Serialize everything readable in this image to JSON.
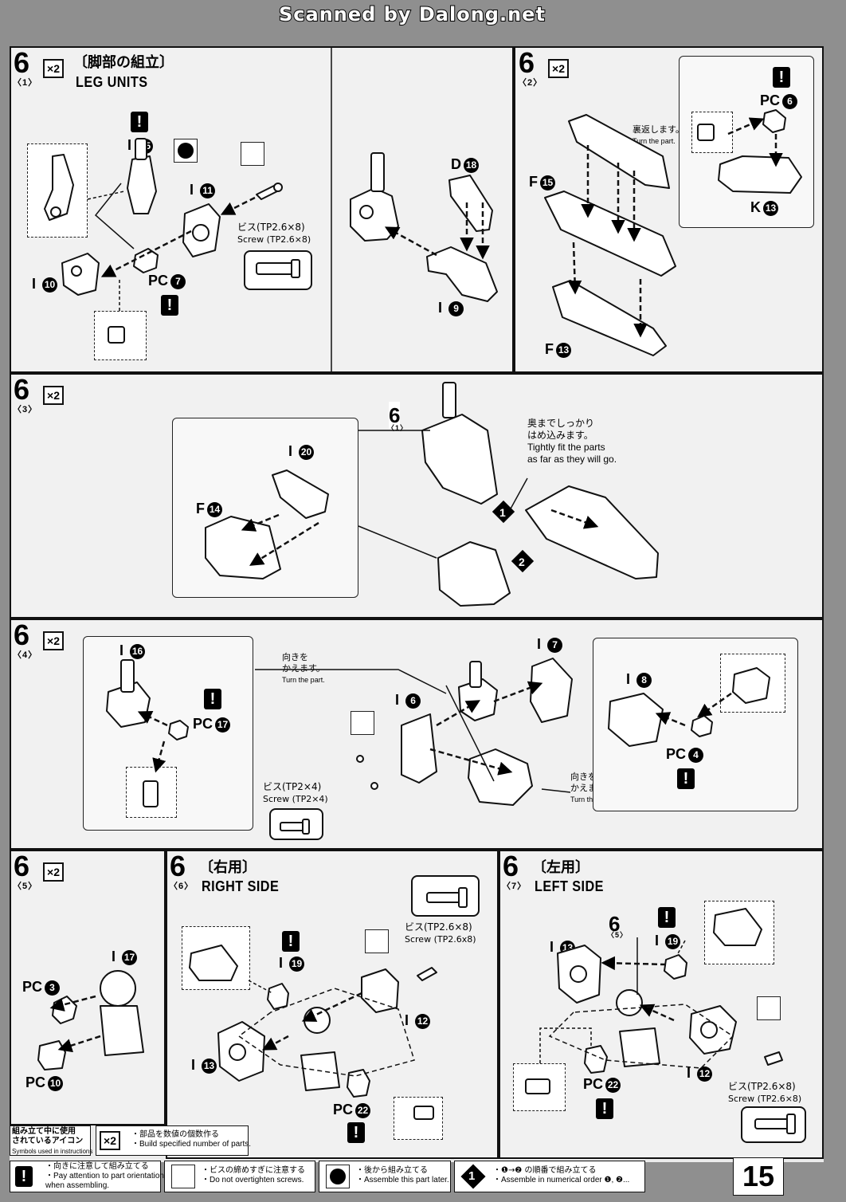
{
  "banner": "Scanned by Dalong.net",
  "page_number": "15",
  "multiplier": "×2",
  "steps": {
    "s1": {
      "num": "6",
      "sub": "〈1〉",
      "title_jp": "〔脚部の組立〕",
      "title_en": "LEG UNITS",
      "screw_jp": "ビス(TP2.6×8)",
      "screw_en": "Screw (TP2.6×8)"
    },
    "s2": {
      "num": "6",
      "sub": "〈2〉",
      "note_jp": "裏返します。",
      "note_en": "Turn the part."
    },
    "s3": {
      "num": "6",
      "sub": "〈3〉",
      "ref_num": "6",
      "ref_sub": "〈1〉",
      "note_jp1": "奥までしっかり",
      "note_jp2": "はめ込みます。",
      "note_en1": "Tightly fit the parts",
      "note_en2": "as far as they will go."
    },
    "s4": {
      "num": "6",
      "sub": "〈4〉",
      "turn_jp1": "向きを",
      "turn_jp2": "かえます。",
      "turn_en": "Turn the part.",
      "screw_jp": "ビス(TP2×4)",
      "screw_en": "Screw (TP2×4)"
    },
    "s5": {
      "num": "6",
      "sub": "〈5〉"
    },
    "s6": {
      "num": "6",
      "sub": "〈6〉",
      "title_jp": "〔右用〕",
      "title_en": "RIGHT SIDE",
      "screw_jp": "ビス(TP2.6×8)",
      "screw_en": "Screw (TP2.6x8)"
    },
    "s7": {
      "num": "6",
      "sub": "〈7〉",
      "title_jp": "〔左用〕",
      "title_en": "LEFT SIDE",
      "ref_num": "6",
      "ref_sub": "〈5〉",
      "screw_jp": "ビス(TP2.6×8)",
      "screw_en": "Screw (TP2.6×8)"
    }
  },
  "parts": {
    "I": "I",
    "PC": "PC",
    "D": "D",
    "F": "F",
    "K": "K",
    "n15": "15",
    "n11": "11",
    "n10": "10",
    "n7": "7",
    "n18": "18",
    "n9": "9",
    "n6": "6",
    "n13": "13",
    "n20": "20",
    "n14": "14",
    "n16": "16",
    "n17": "17",
    "n8": "8",
    "n4": "4",
    "n3": "3",
    "n19": "19",
    "n12": "12",
    "n22": "22",
    "n1": "1",
    "n2": "2"
  },
  "legend": {
    "symbols_jp1": "組み立て中に使用",
    "symbols_jp2": "されているアイコン",
    "symbols_en": "Symbols used in instructions",
    "x2_jp": "・部品を数値の個数作る",
    "x2_en": "・Build specified number of parts.",
    "orient_jp": "・向きに注意して組み立てる",
    "orient_en1": "・Pay attention to part orientation",
    "orient_en2": "when assembling.",
    "screw_jp": "・ビスの締めすぎに注意する",
    "screw_en": "・Do not overtighten screws.",
    "later_jp": "・後から組み立てる",
    "later_en": "・Assemble this part later.",
    "order_jp": "・❶→❷ の順番で組み立てる",
    "order_en": "・Assemble in numerical order ❶, ❷..."
  }
}
